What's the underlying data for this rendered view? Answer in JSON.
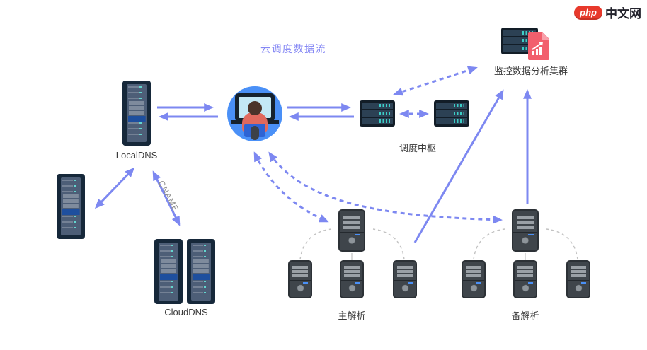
{
  "logo": {
    "brand": "php",
    "site_name": "中文网"
  },
  "title": "云调度数据流",
  "labels": {
    "localdns": "LocalDNS",
    "clouddns": "CloudDNS",
    "dispatch_hub": "调度中枢",
    "monitoring_cluster": "监控数据分析集群",
    "primary_resolution": "主解析",
    "backup_resolution": "备解析",
    "cname": "CNAME"
  },
  "colors": {
    "arrow": "#7d88f1",
    "title": "#8487f4",
    "label": "#3b3b3b",
    "cname": "#8f8f8f",
    "logo_red": "#e8392c",
    "doc_red": "#f25f6d",
    "circle_blue": "#4a90f7",
    "teal_accent": "#3bcdc6"
  }
}
